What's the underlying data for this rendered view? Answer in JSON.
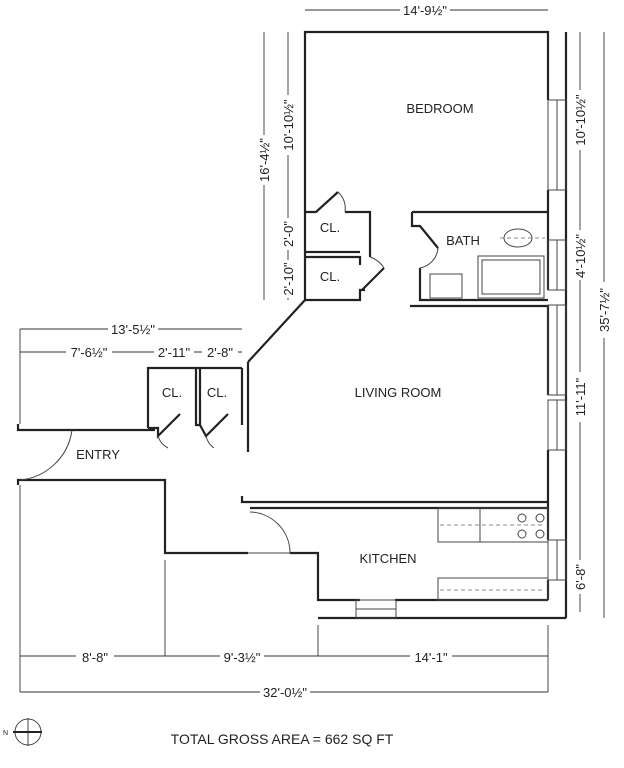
{
  "rooms": {
    "bedroom": "BEDROOM",
    "bath": "BATH",
    "living_room": "LIVING ROOM",
    "kitchen": "KITCHEN",
    "entry": "ENTRY",
    "closet1": "CL.",
    "closet2": "CL.",
    "closet3": "CL.",
    "closet4": "CL."
  },
  "dimensions": {
    "bedroom_width": "14'-9½\"",
    "bedroom_depth_left": "10'-10½\"",
    "bedroom_depth_right": "10'-10½\"",
    "left_total": "16'-4½\"",
    "closet_upper": "2'-0\"",
    "closet_lower": "2'-10\"",
    "bath_depth": "4'-10½\"",
    "overall_depth": "35'-7½\"",
    "living_depth": "11'-11\"",
    "kitchen_depth": "6'-8\"",
    "entry_total": "13'-5½\"",
    "entry_width": "7'-6½\"",
    "closet_a": "2'-11\"",
    "closet_b": "2'-8\"",
    "bottom_a": "8'-8\"",
    "bottom_b": "9'-3½\"",
    "bottom_c": "14'-1\"",
    "overall_width": "32'-0½\""
  },
  "north_label": "N",
  "total_area": "TOTAL GROSS AREA = 662 SQ FT"
}
